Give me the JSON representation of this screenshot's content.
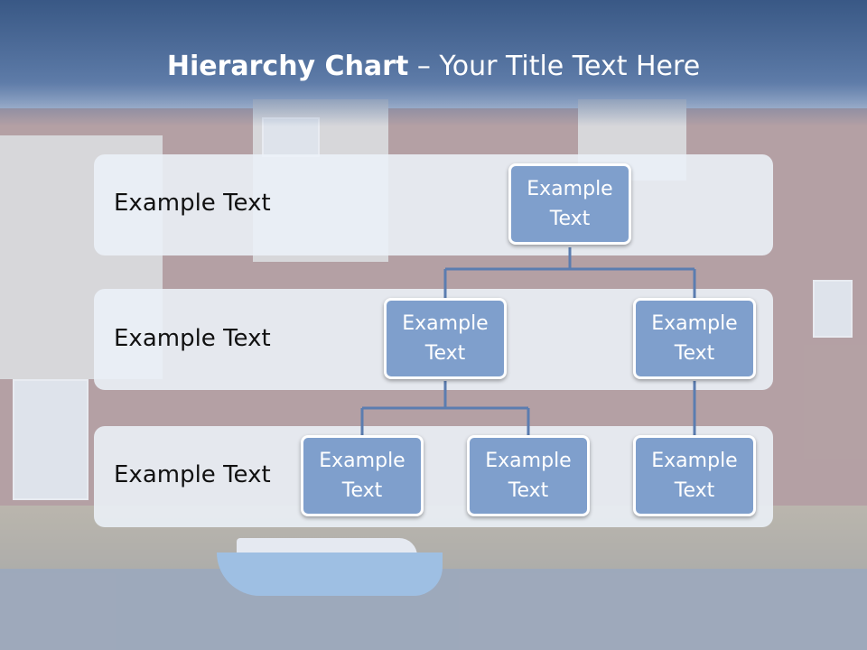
{
  "slide": {
    "title_bold": "Hierarchy Chart",
    "title_rest": " – Your Title Text Here"
  },
  "rows": [
    {
      "label": "Example Text"
    },
    {
      "label": "Example Text"
    },
    {
      "label": "Example Text"
    }
  ],
  "nodes": {
    "root": "Example Text",
    "level2_left": "Example Text",
    "level2_right": "Example Text",
    "level3_left": "Example Text",
    "level3_middle": "Example Text",
    "level3_right": "Example Text"
  },
  "colors": {
    "node_fill": "#7f9fcc",
    "node_border": "#ffffff",
    "connector": "#5b7db0",
    "band": "#ecf1f8"
  }
}
